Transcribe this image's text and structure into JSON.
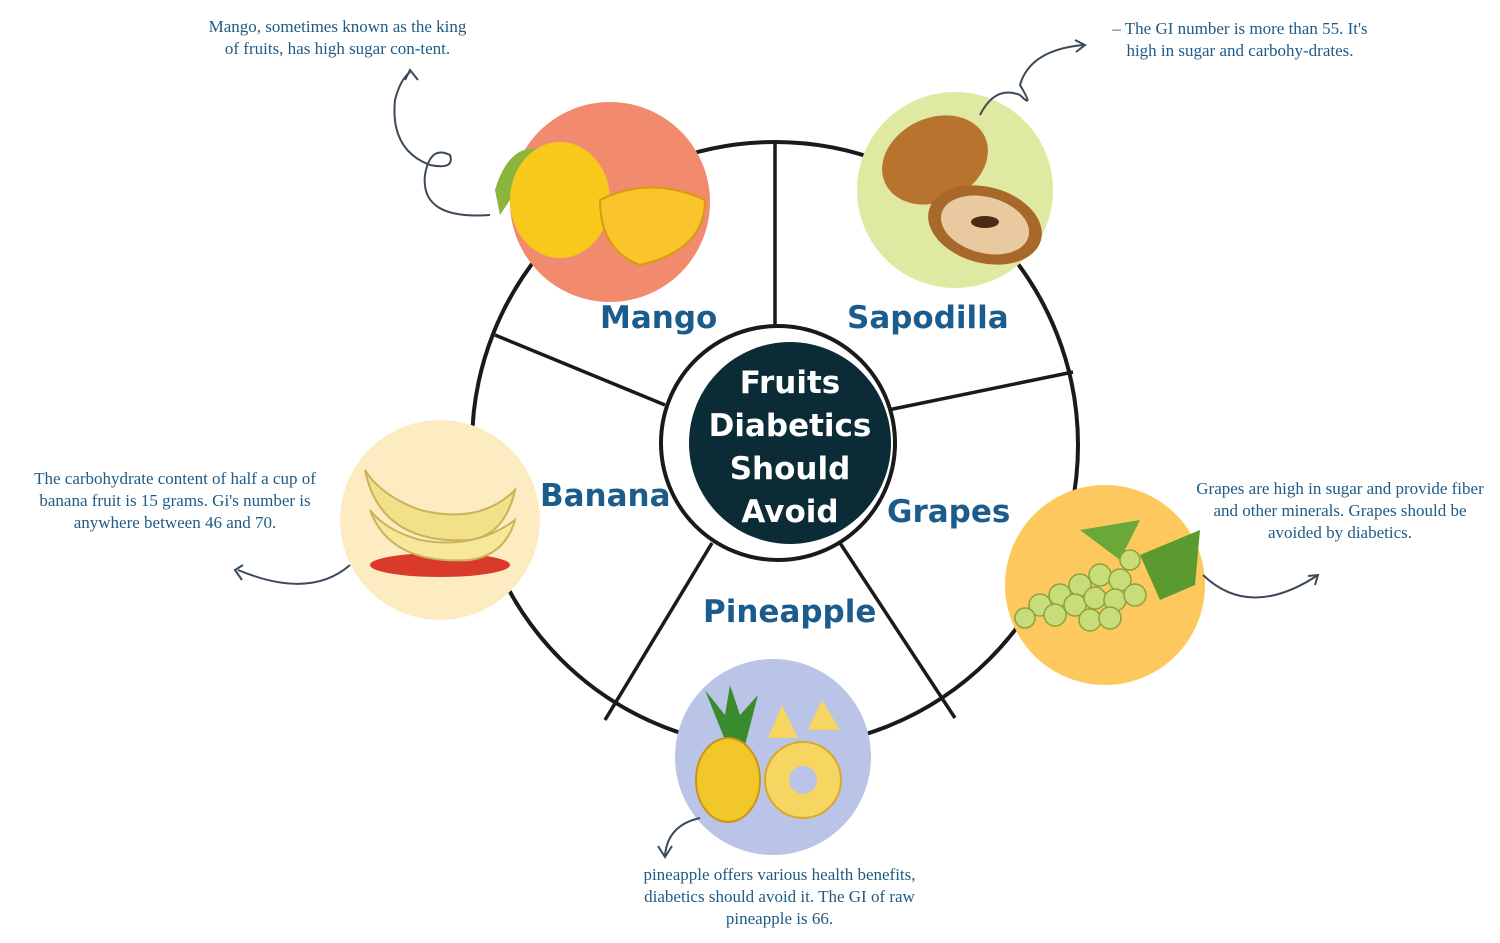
{
  "title": [
    "Fruits",
    "Diabetics",
    "Should",
    "Avoid"
  ],
  "fruits": {
    "mango": {
      "label": "Mango",
      "note": "Mango, sometimes known as the king of fruits, has high sugar con-tent.",
      "color": "#f28b6e"
    },
    "sapodilla": {
      "label": "Sapodilla",
      "note": "– The GI number is more than 55. It's high in sugar and carbohy-drates.",
      "color": "#e0e9a2"
    },
    "banana": {
      "label": "Banana",
      "note": "The carbohydrate content of half a cup of banana fruit is 15 grams. Gi's number is anywhere between 46 and 70.",
      "color": "#fdebc2"
    },
    "grapes": {
      "label": "Grapes",
      "note": "Grapes are high in sugar and provide fiber and other minerals. Grapes should be avoided by diabetics.",
      "color": "#fdc95e"
    },
    "pineapple": {
      "label": "Pineapple",
      "note": "pineapple offers various health benefits, diabetics should avoid it. The GI of raw pineapple is 66.",
      "color": "#b9c4e6"
    }
  },
  "colors": {
    "center": "#0b2c37",
    "text": "#1b5c8c",
    "line": "#1a1a1a"
  }
}
